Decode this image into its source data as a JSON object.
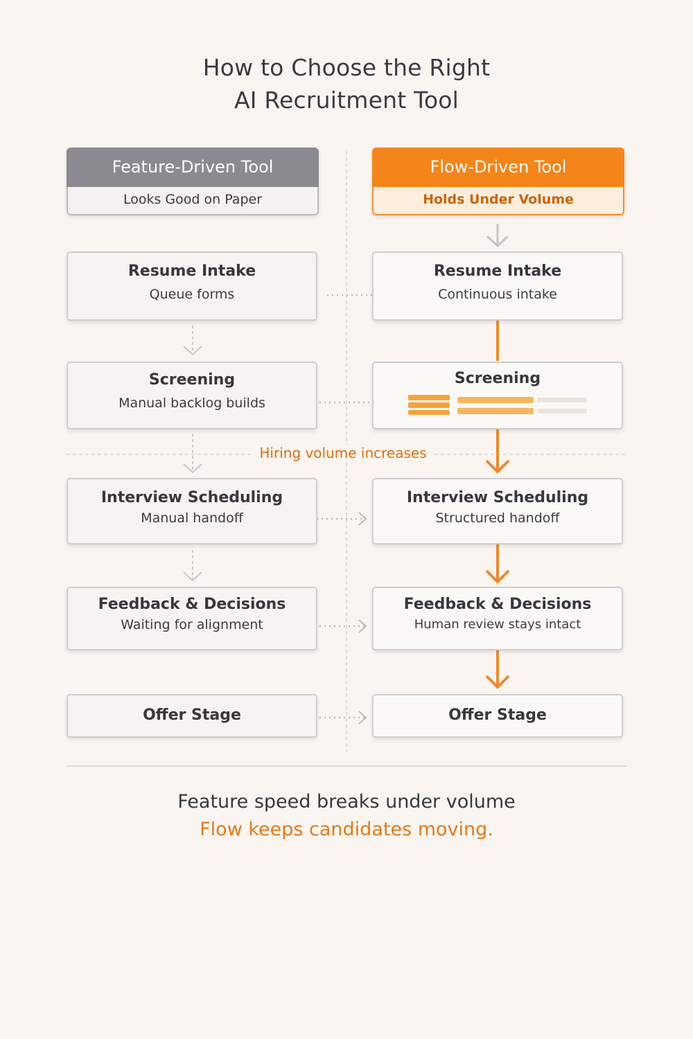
{
  "title": {
    "line1": "How to Choose the Right",
    "line2": "AI Recruitment Tool"
  },
  "left": {
    "header": "Feature-Driven Tool",
    "subheader": "Looks Good on Paper",
    "stages": [
      {
        "title": "Resume Intake",
        "subtitle": "Queue forms"
      },
      {
        "title": "Screening",
        "subtitle": "Manual backlog builds"
      },
      {
        "title": "Interview Scheduling",
        "subtitle": "Manual handoff"
      },
      {
        "title": "Feedback & Decisions",
        "subtitle": "Waiting for alignment"
      },
      {
        "title": "Offer Stage"
      }
    ]
  },
  "right": {
    "header": "Flow-Driven Tool",
    "subheader": "Holds Under Volume",
    "stages": [
      {
        "title": "Resume Intake",
        "subtitle": "Continuous intake"
      },
      {
        "title": "Screening"
      },
      {
        "title": "Interview Scheduling",
        "subtitle": "Structured handoff"
      },
      {
        "title": "Feedback & Decisions",
        "subtitle": "Human review stays intact"
      },
      {
        "title": "Offer Stage"
      }
    ]
  },
  "divider_label": "Hiring volume increases",
  "footer": {
    "line1": "Feature speed breaks under volume",
    "line2": "Flow keeps candidates moving."
  },
  "colors": {
    "accent": "#f3851a",
    "gray": "#8b8a90",
    "accent_text": "#d86f12"
  }
}
